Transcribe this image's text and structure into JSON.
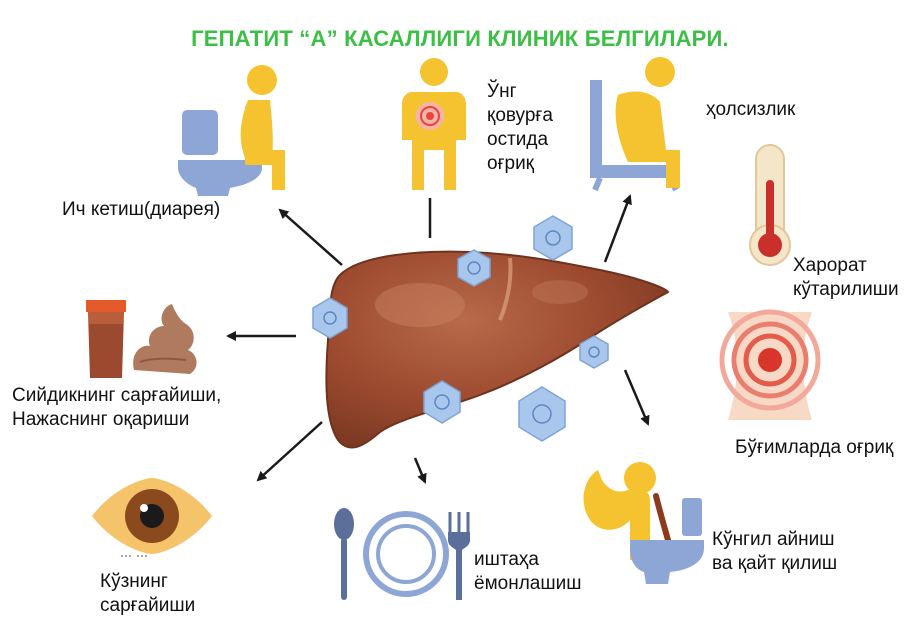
{
  "title": "ГЕПАТИТ “А” КАСАЛЛИГИ КЛИНИК БЕЛГИЛАРИ.",
  "colors": {
    "title": "#3cbf45",
    "liver": "#9c4a2f",
    "liver_highlight": "#c07553",
    "figure": "#f5c330",
    "toilet": "#8ea6d6",
    "arrow": "#1a1a1a",
    "virus": "#a9c7ec"
  },
  "symptoms": {
    "diarrhea": {
      "lines": [
        "Ич кетиш(диарея)"
      ],
      "icon": "toilet-person-icon"
    },
    "right_side_pain": {
      "lines": [
        "Ўнг",
        "қовурға",
        "остида",
        "оғриқ"
      ],
      "icon": "abdominal-pain-person-icon"
    },
    "weakness": {
      "lines": [
        "ҳолсизлик"
      ],
      "icon": "tired-person-chair-icon"
    },
    "fever": {
      "lines": [
        "Харорат",
        "кўтарилиши"
      ],
      "icon": "thermometer-icon"
    },
    "joint_pain": {
      "lines": [
        "Бўғимларда оғриқ"
      ],
      "icon": "knee-joint-pain-icon"
    },
    "nausea": {
      "lines": [
        "Кўнгил айниш",
        "ва қайт қилиш"
      ],
      "icon": "vomiting-person-icon"
    },
    "appetite": {
      "lines": [
        "иштаҳа",
        "ёмонлашиш"
      ],
      "icon": "cutlery-plate-icon"
    },
    "eyes": {
      "lines": [
        "Кўзнинг",
        "сарғайиши"
      ],
      "icon": "yellow-eye-icon"
    },
    "urine_stool": {
      "lines": [
        "Сийдикнинг сарғайиши,",
        "Нажаснинг оқариши"
      ],
      "icon": "urine-stool-icon"
    }
  }
}
